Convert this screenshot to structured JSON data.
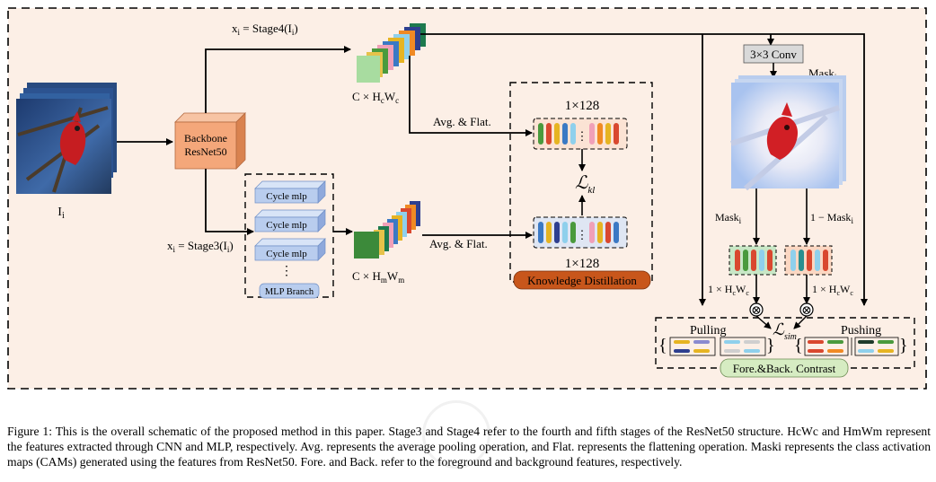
{
  "input": {
    "label": "I",
    "label_sub": "i"
  },
  "backbone": {
    "line1": "Backbone",
    "line2": "ResNet50"
  },
  "stage4": {
    "label_pre": "x",
    "label_pre_sub": "i",
    "label_main": " = Stage4(I",
    "label_main_sub": "i",
    "label_close": ")",
    "dims": "C × H",
    "dims_sub1": "c",
    "dims_mid": "W",
    "dims_sub2": "c"
  },
  "stage3": {
    "label_pre": "x",
    "label_pre_sub": "i",
    "label_main": " = Stage3(I",
    "label_main_sub": "i",
    "label_close": ")",
    "dims": "C × H",
    "dims_sub1": "m",
    "dims_mid": "W",
    "dims_sub2": "m"
  },
  "mlp_branch": {
    "blocks": [
      "Cycle mlp",
      "Cycle mlp",
      "Cycle mlp"
    ],
    "dots": "⋮",
    "title": "MLP Branch"
  },
  "distillation": {
    "top_dims": "1×128",
    "bottom_dims": "1×128",
    "loss_symbol": "ℒ",
    "loss_sub": "kl",
    "title": "Knowledge Distillation",
    "avg_flat_top": "Avg. & Flat.",
    "avg_flat_bottom": "Avg. & Flat."
  },
  "contrast": {
    "conv": "3×3 Conv",
    "mask": "Mask",
    "mask_sub": "i",
    "mask_left": "Mask",
    "mask_left_sub": "i",
    "mask_right": "1 − Mask",
    "mask_right_sub": "i",
    "dim_left": "1 × H",
    "dim_left_sub1": "c",
    "dim_left_mid": "W",
    "dim_left_sub2": "c",
    "dim_right": "1 × H",
    "dim_right_sub1": "c",
    "dim_right_mid": "W",
    "dim_right_sub2": "c",
    "otimes": "⊗",
    "loss_symbol": "ℒ",
    "loss_sub": "sim",
    "pulling": "Pulling",
    "pushing": "Pushing",
    "title": "Fore.&Back. Contrast"
  },
  "caption": {
    "text": "Figure 1: This is the overall schematic of the proposed method in this paper. Stage3 and Stage4 refer to the fourth and fifth stages of the ResNet50 structure. HcWc and HmWm represent the features extracted through CNN and MLP, respectively. Avg. represents the average pooling operation, and Flat. represents the flattening operation. Maski represents the class activation maps (CAMs) generated using the features from ResNet50. Fore. and Back. refer to the foreground and background features, respectively."
  },
  "colors": {
    "panel_bg": "#fcefe6",
    "backbone": "#f4a77a",
    "mlp_block": "#b9cdee",
    "distill_title": "#c8561b",
    "contrast_title": "#d6ecc2",
    "feature_palette": [
      "#4a9a3d",
      "#e6b422",
      "#3b79c4",
      "#8fd0ec",
      "#d9482f",
      "#f0a0b8",
      "#2e3f8f",
      "#f08a24"
    ]
  }
}
